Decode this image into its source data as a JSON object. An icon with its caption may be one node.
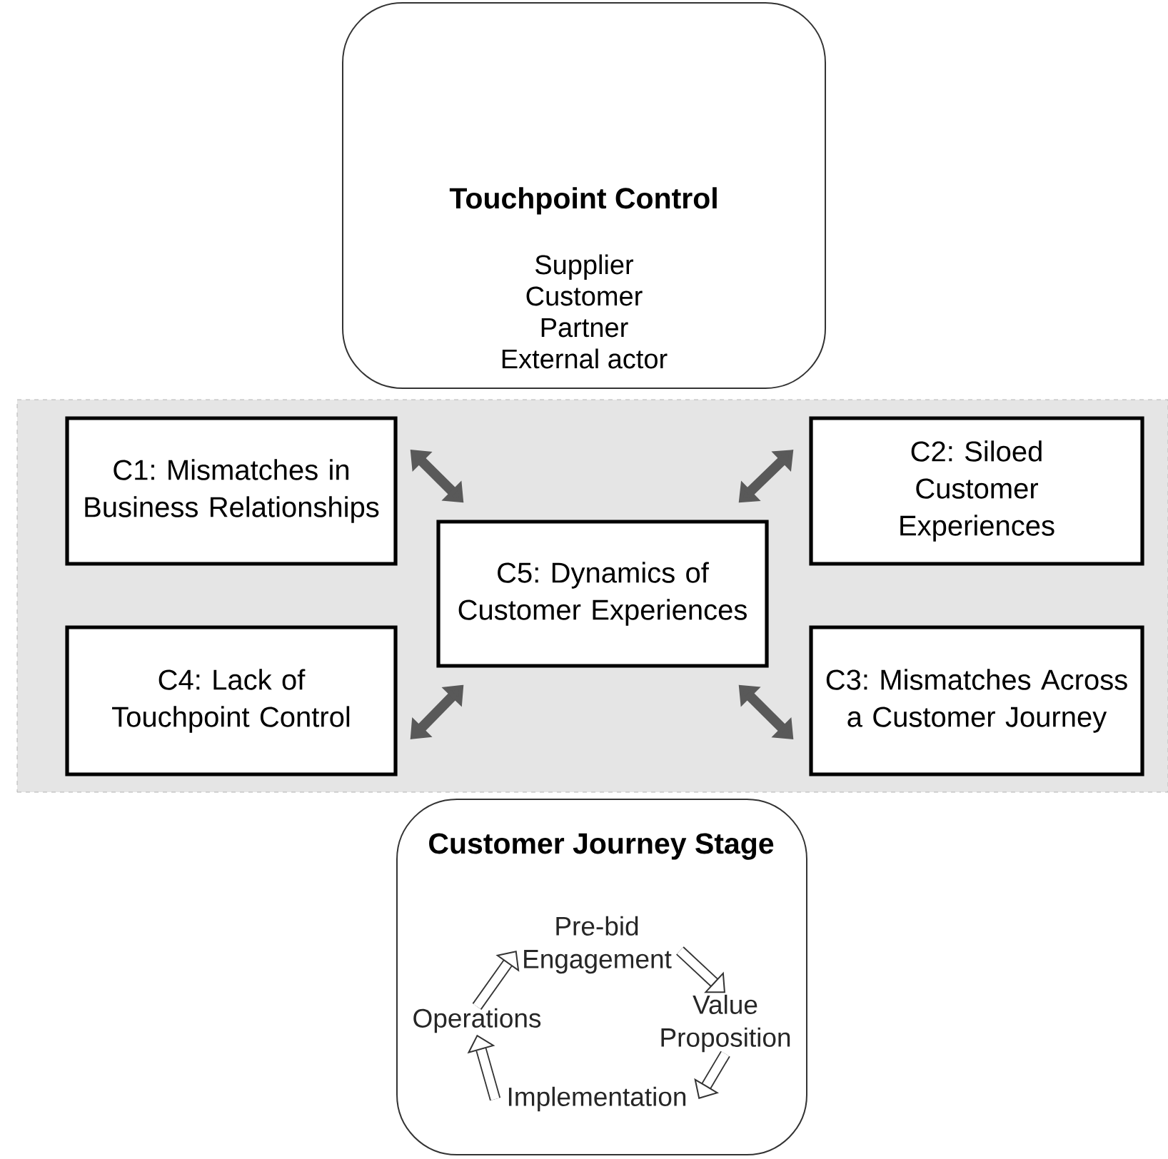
{
  "diagram": {
    "nodes": [
      {
        "text": [
          "Touchpoint Control",
          "Supplier",
          "Customer",
          "Partner",
          "External actor"
        ]
      },
      {
        "text": [],
        "shape": "box"
      },
      {
        "text": [
          "C1: Mismatches in Business Relationships"
        ],
        "in": 1
      },
      {
        "text": [
          "C2: Siloed Customer Experiences"
        ],
        "in": 1
      },
      {
        "text": [
          "C5: Dynamics of Customer Experiences"
        ],
        "in": 1
      },
      {
        "text": [
          "C4: Lack of Touchpoint Control"
        ],
        "in": 1
      },
      {
        "text": [
          "C3: Mismatches Across a Customer Journey"
        ],
        "in": 1
      },
      {
        "text": [
          "Customer Journey Stage"
        ]
      },
      {
        "text": [
          "Pre-bid Engagement"
        ],
        "in": 7
      },
      {
        "text": [
          "Operations"
        ],
        "in": 7
      },
      {
        "text": [
          "Value Proposition"
        ],
        "in": 7
      },
      {
        "text": [
          "Implementation"
        ],
        "in": 7
      }
    ],
    "edges": [
      {
        "from": 4,
        "to": 2,
        "arrow": "both"
      },
      {
        "from": 4,
        "to": 3,
        "arrow": "both"
      },
      {
        "from": 4,
        "to": 5,
        "arrow": "both"
      },
      {
        "from": 4,
        "to": 6,
        "arrow": "both"
      },
      {
        "from": 8,
        "to": 10,
        "arrow": "to"
      },
      {
        "from": 10,
        "to": 11,
        "arrow": "to"
      },
      {
        "from": 11,
        "to": 9,
        "arrow": "to"
      },
      {
        "from": 9,
        "to": 8,
        "arrow": "to"
      }
    ]
  }
}
